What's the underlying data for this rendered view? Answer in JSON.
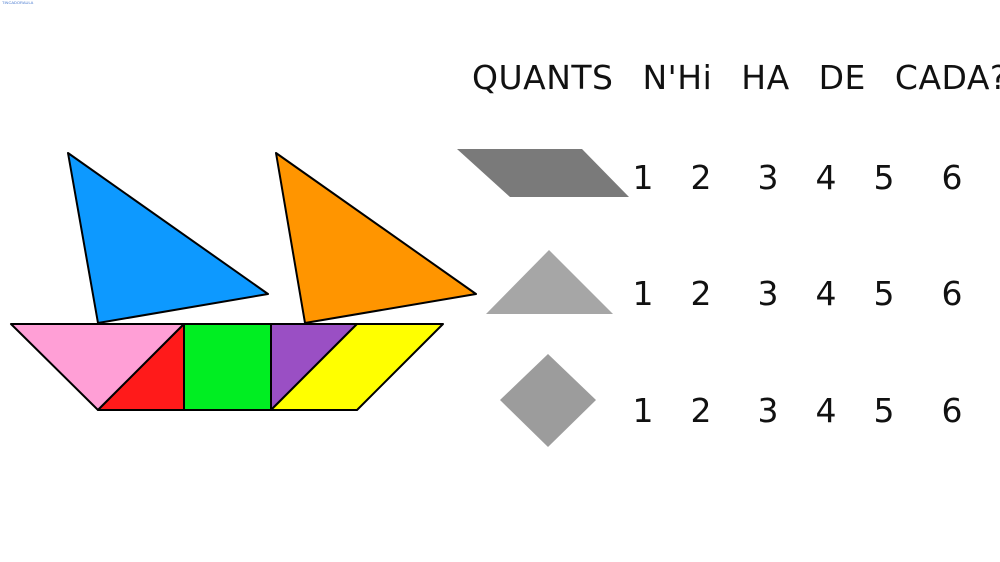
{
  "watermark": "TINCADORAULA",
  "title_words": [
    "QUANTS",
    "N'Hi",
    "HA",
    "DE",
    "CADA?"
  ],
  "rows": [
    {
      "shape": "parallelogram-icon",
      "color": "#7a7a7a",
      "options": [
        "1",
        "2",
        "3",
        "4",
        "5",
        "6"
      ]
    },
    {
      "shape": "triangle-icon",
      "color": "#a6a6a6",
      "options": [
        "1",
        "2",
        "3",
        "4",
        "5",
        "6"
      ]
    },
    {
      "shape": "square-icon",
      "color": "#9c9c9c",
      "options": [
        "1",
        "2",
        "3",
        "4",
        "5",
        "6"
      ]
    }
  ],
  "boat_colors": {
    "sail_left": "#0d99ff",
    "sail_right": "#ff9500",
    "hull_pink": "#ff9fd6",
    "hull_red": "#ff1a1a",
    "hull_green": "#00ee22",
    "hull_purple": "#9a4fc4",
    "hull_yellow": "#ffff00"
  }
}
